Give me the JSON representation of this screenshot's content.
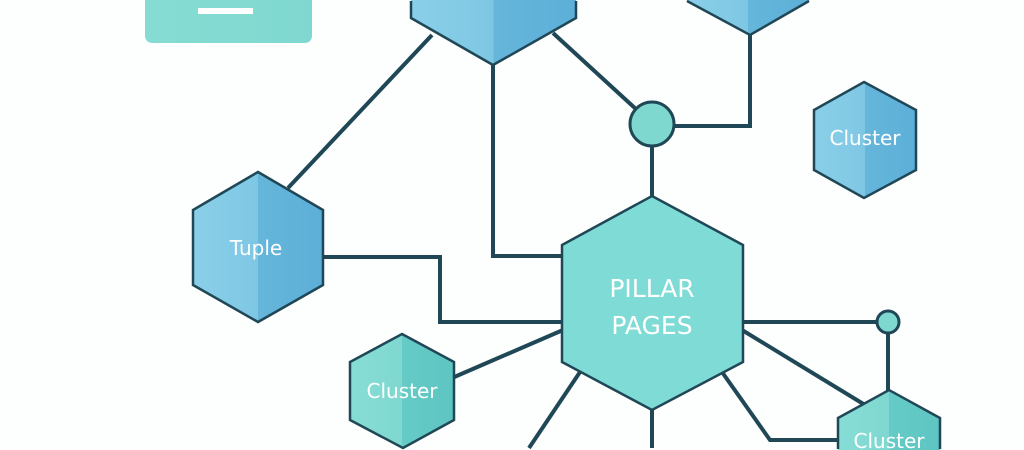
{
  "diagram": {
    "nodes": {
      "pillar": {
        "line1": "PILLAR",
        "line2": "PAGES",
        "shape": "hexagon",
        "color": "#7fdbd5"
      },
      "tuple": {
        "label": "Tuple",
        "shape": "hexagon",
        "color": "#7ec7e4"
      },
      "cluster_top_right": {
        "label": "Cluster",
        "shape": "hexagon",
        "color": "#7ec7e4"
      },
      "cluster_bottom_left": {
        "label": "Cluster",
        "shape": "hexagon",
        "color": "#7fd8d0"
      },
      "cluster_bottom_right": {
        "label": "Cluster",
        "shape": "hexagon",
        "color": "#7fd8d0"
      },
      "top_hex_left": {
        "label": "",
        "shape": "hexagon",
        "color": "#7ec7e4"
      },
      "top_hex_right": {
        "label": "",
        "shape": "hexagon",
        "color": "#7ec7e4"
      },
      "top_card": {
        "label": "",
        "shape": "rounded-rect",
        "color": "#7fdbd0"
      }
    },
    "edge_color": "#1f4756"
  }
}
